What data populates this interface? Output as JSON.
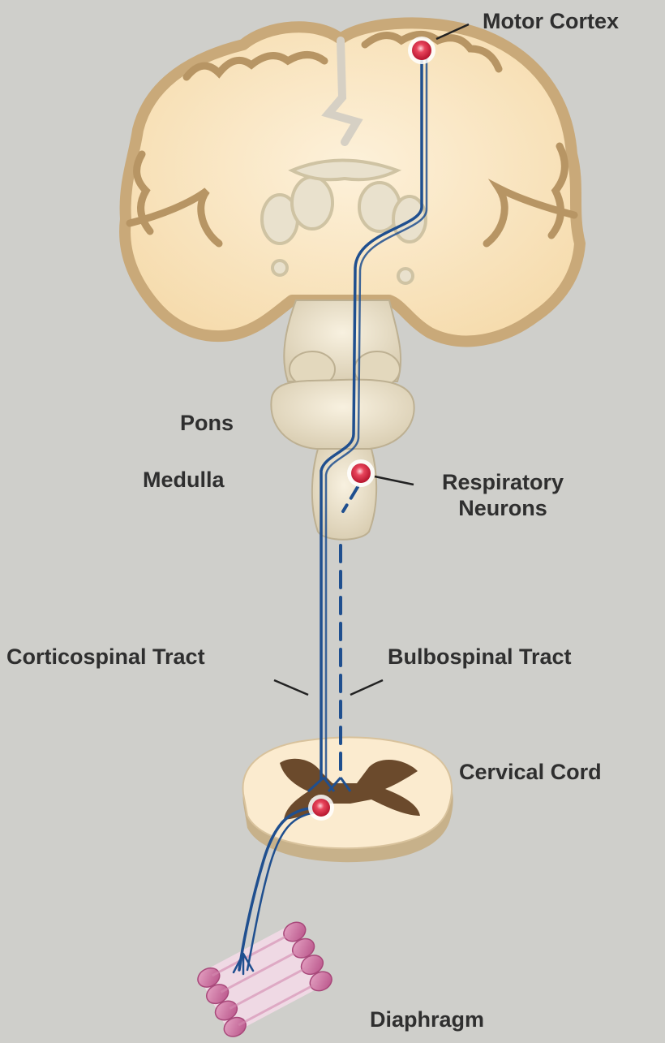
{
  "labels": {
    "motor_cortex": "Motor Cortex",
    "pons": "Pons",
    "medulla": "Medulla",
    "respiratory_line1": "Respiratory",
    "respiratory_line2": "Neurons",
    "corticospinal": "Corticospinal Tract",
    "bulbospinal": "Bulbospinal Tract",
    "cervical_cord": "Cervical Cord",
    "diaphragm": "Diaphragm"
  },
  "colors": {
    "background": "#cfcfcb",
    "brain_fill": "#fbe8c6",
    "brain_cortex": "#c9a979",
    "grey_matter": "#6b4a2c",
    "nerve_line": "#1f4f8f",
    "neuron_dot": "#d9243c",
    "diaphragm_muscle": "#c8679a",
    "label_text": "#2f2f2f"
  }
}
